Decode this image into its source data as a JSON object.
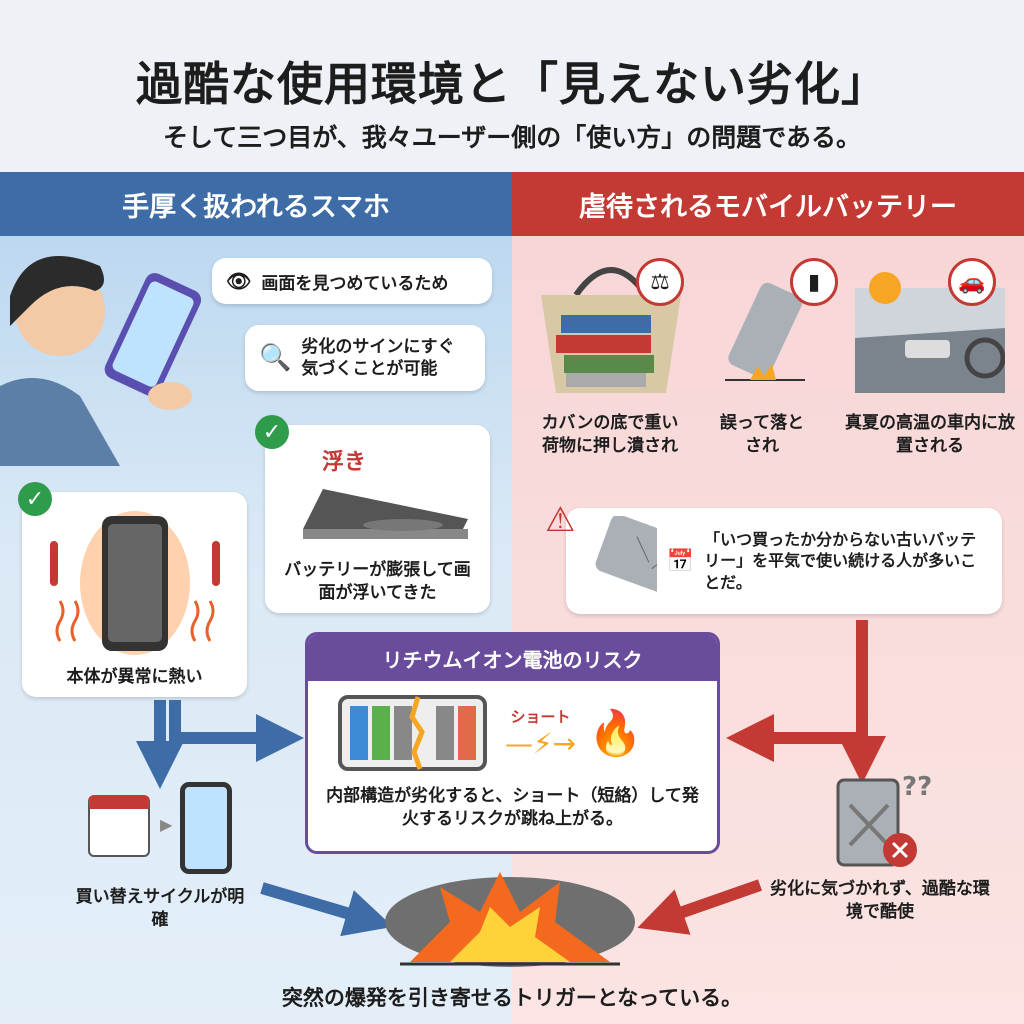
{
  "title": "過酷な使用環境と「見えない劣化」",
  "subtitle": "そして三つ目が、我々ユーザー側の「使い方」の問題である。",
  "left": {
    "header": "手厚く扱われるスマホ",
    "bubble_eye": "画面を見つめているため",
    "bubble_search": "劣化のサインにすぐ気づくことが可能",
    "swell_tag": "浮き",
    "swell_caption": "バッテリーが膨張して画面が浮いてきた",
    "hot_caption": "本体が異常に熱い",
    "cycle_caption": "買い替えサイクルが明確"
  },
  "right": {
    "header": "虐待されるモバイルバッテリー",
    "bag_caption": "カバンの底で重い荷物に押し潰され",
    "drop_caption": "誤って落とされ",
    "car_caption": "真夏の高温の車内に放置される",
    "old_caption": "「いつ買ったか分からない古いバッテリー」を平気で使い続ける人が多いことだ。",
    "abuse_caption": "劣化に気づかれず、過酷な環境で酷使"
  },
  "risk": {
    "header": "リチウムイオン電池のリスク",
    "short_label": "ショート",
    "text": "内部構造が劣化すると、ショート（短絡）して発火するリスクが跳ね上がる。"
  },
  "conclusion": "突然の爆発を引き寄せるトリガーとなっている。",
  "colors": {
    "blue": "#3d6ca6",
    "red": "#c23a33",
    "purple": "#6a4c9c",
    "green": "#2e9c4b"
  }
}
